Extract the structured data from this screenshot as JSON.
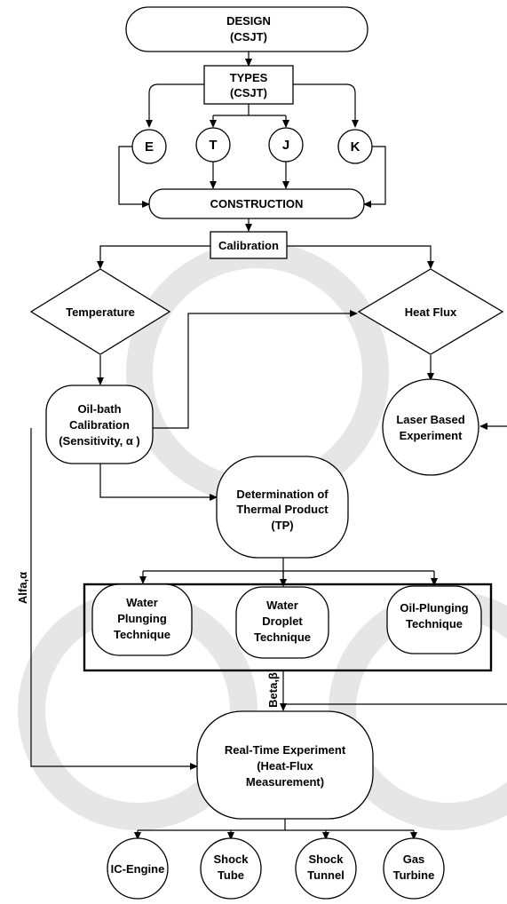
{
  "nodes": {
    "design": [
      "DESIGN",
      "(CSJT)"
    ],
    "types": [
      "TYPES",
      "(CSJT)"
    ],
    "e": [
      "E"
    ],
    "t": [
      "T"
    ],
    "j": [
      "J"
    ],
    "k": [
      "K"
    ],
    "construction": [
      "CONSTRUCTION"
    ],
    "calibration": [
      "Calibration"
    ],
    "temperature": [
      "Temperature"
    ],
    "heat_flux": [
      "Heat Flux"
    ],
    "oil_bath": [
      "Oil-bath",
      "Calibration",
      "(Sensitivity, α )"
    ],
    "laser": [
      "Laser Based",
      "Experiment"
    ],
    "thermal_product": [
      "Determination of",
      "Thermal Product",
      "(TP)"
    ],
    "water_plunging": [
      "Water",
      "Plunging",
      "Technique"
    ],
    "water_droplet": [
      "Water",
      "Droplet",
      "Technique"
    ],
    "oil_plunging": [
      "Oil-Plunging",
      "Technique"
    ],
    "real_time": [
      "Real-Time Experiment",
      "(Heat-Flux",
      "Measurement)"
    ],
    "ic_engine": [
      "IC-Engine"
    ],
    "shock_tube": [
      "Shock",
      "Tube"
    ],
    "shock_tunnel": [
      "Shock",
      "Tunnel"
    ],
    "gas_turbine": [
      "Gas",
      "Turbine"
    ]
  },
  "edge_labels": {
    "alfa": "Alfa,α",
    "beta": "Beta,β"
  }
}
